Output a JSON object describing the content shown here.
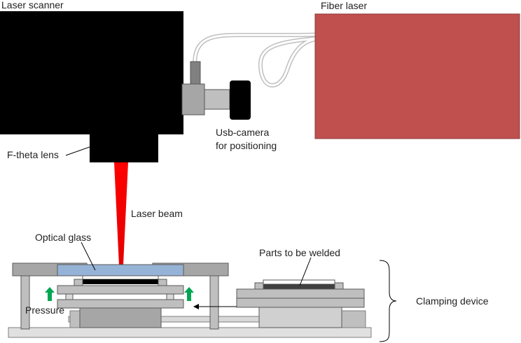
{
  "labels": {
    "laser_scanner": "Laser scanner",
    "fiber_laser": "Fiber laser",
    "ftheta_lens": "F-theta lens",
    "usb_camera_line1": "Usb-camera",
    "usb_camera_line2": "for positioning",
    "laser_beam": "Laser beam",
    "optical_glass": "Optical glass",
    "parts_to_be_welded": "Parts to be welded",
    "clamping_device": "Clamping device",
    "pressure": "Pressure"
  },
  "colors": {
    "scanner_body": "#000000",
    "fiber_laser_box": "#c0504d",
    "laser_beam": "#ff0000",
    "optical_glass": "#95b3d7",
    "arrow_pressure": "#00a651",
    "metal_light": "#d9d9d9",
    "metal_mid": "#bfbfbf",
    "metal_dark": "#a6a6a6"
  }
}
